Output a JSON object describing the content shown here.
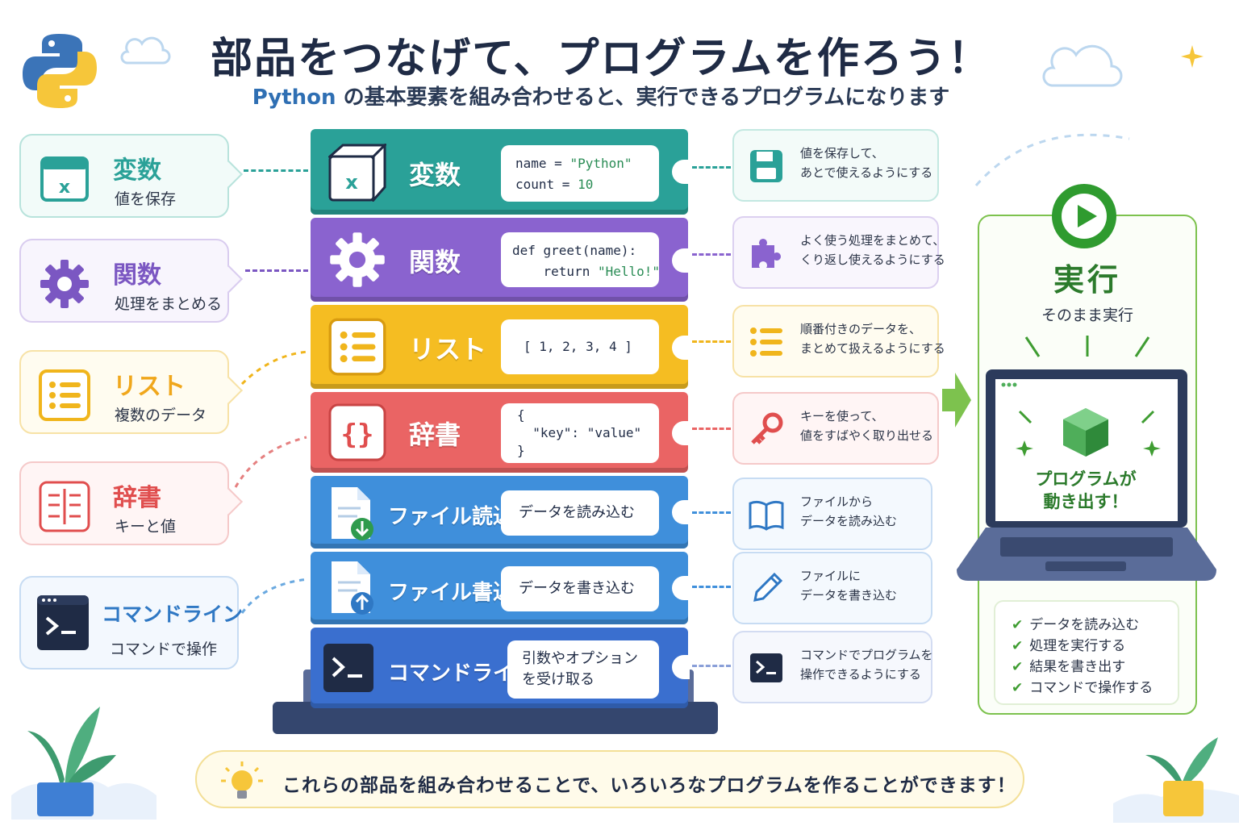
{
  "header": {
    "title": "部品をつなげて、プログラムを作ろう！",
    "subtitle_python": "Python",
    "subtitle_rest": " の基本要素を組み合わせると、実行できるプログラムになります"
  },
  "left_cards": [
    {
      "name": "変数",
      "desc": "値を保存",
      "color": "#2aa198"
    },
    {
      "name": "関数",
      "desc": "処理をまとめる",
      "color": "#7b57c2"
    },
    {
      "name": "リスト",
      "desc": "複数のデータ",
      "color": "#f0b51c"
    },
    {
      "name": "辞書",
      "desc": "キーと値",
      "color": "#e04e4e"
    },
    {
      "name": "コマンドライン",
      "desc": "コマンドで操作",
      "color": "#2f78c4"
    }
  ],
  "blocks": [
    {
      "name": "変数",
      "code_line1": "name = ",
      "code_str1": "\"Python\"",
      "code_line2": "count = ",
      "code_num2": "10",
      "color": "#2aa198"
    },
    {
      "name": "関数",
      "code_line1": "def greet(name):",
      "code_line2": "    return ",
      "code_str2": "\"Hello!\"",
      "color": "#8a63cf"
    },
    {
      "name": "リスト",
      "code_line1": "[ 1, 2, 3, 4 ]",
      "color": "#f5bd22"
    },
    {
      "name": "辞書",
      "code_line1": "{",
      "code_line2": "  \"key\": \"value\"",
      "code_line3": "}",
      "color": "#ea6464"
    },
    {
      "name": "ファイル読込",
      "code_line1": "データを読み込む",
      "color": "#3f8fdb"
    },
    {
      "name": "ファイル書込",
      "code_line1": "データを書き込む",
      "color": "#3f8fdb"
    },
    {
      "name": "コマンドライン",
      "code_line1": "引数やオプション",
      "code_line2": "を受け取る",
      "color": "#3a6fcf"
    }
  ],
  "right_cards": [
    {
      "line1": "値を保存して、",
      "line2": "あとで使えるようにする",
      "icon": "save-icon"
    },
    {
      "line1": "よく使う処理をまとめて、",
      "line2": "くり返し使えるようにする",
      "icon": "puzzle-icon"
    },
    {
      "line1": "順番付きのデータを、",
      "line2": "まとめて扱えるようにする",
      "icon": "list-icon"
    },
    {
      "line1": "キーを使って、",
      "line2": "値をすばやく取り出せる",
      "icon": "key-icon"
    },
    {
      "line1": "ファイルから",
      "line2": "データを読み込む",
      "icon": "book-icon"
    },
    {
      "line1": "ファイルに",
      "line2": "データを書き込む",
      "icon": "pencil-icon"
    },
    {
      "line1": "コマンドでプログラムを",
      "line2": "操作できるようにする",
      "icon": "terminal-icon"
    }
  ],
  "run": {
    "title": "実行",
    "subtitle": "そのまま実行",
    "screen_line1": "プログラムが",
    "screen_line2": "動き出す！",
    "checklist": [
      "データを読み込む",
      "処理を実行する",
      "結果を書き出す",
      "コマンドで操作する"
    ]
  },
  "banner": {
    "text": "これらの部品を組み合わせることで、いろいろなプログラムを作ることができます！"
  }
}
